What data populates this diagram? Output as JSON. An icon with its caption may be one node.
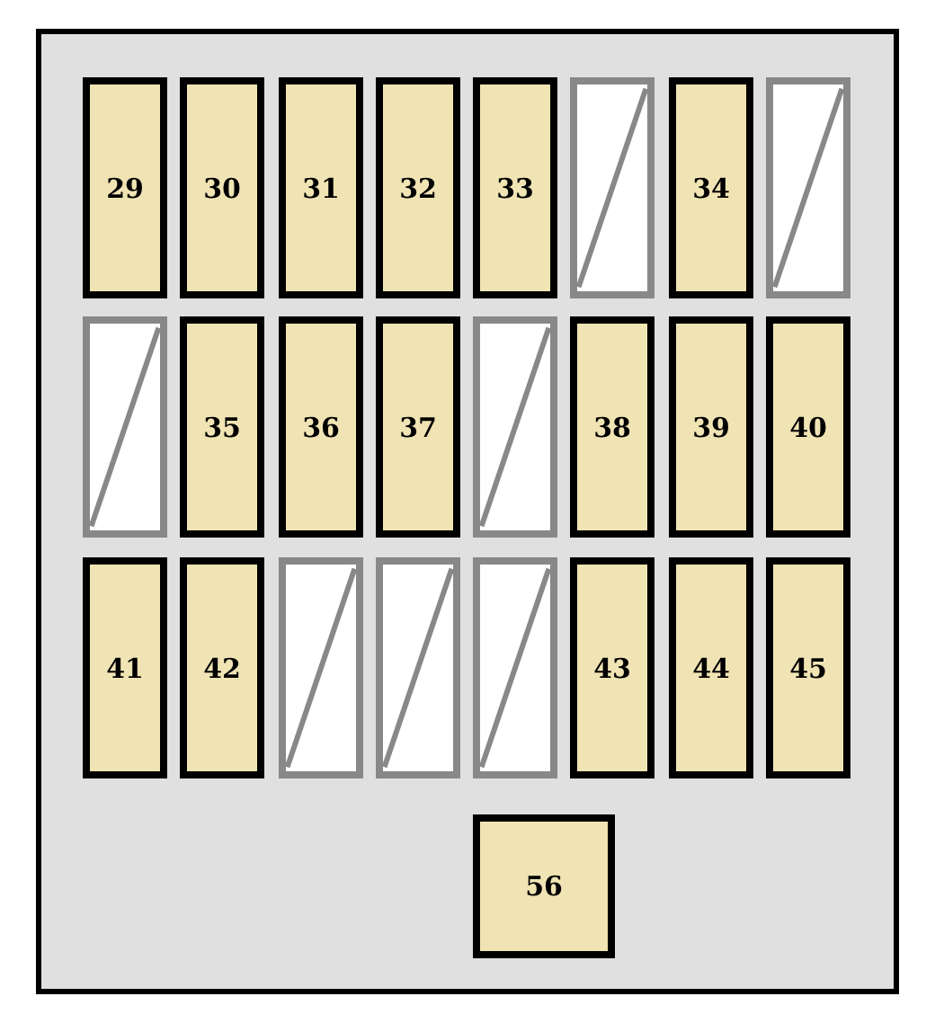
{
  "diagram": {
    "nodes": [
      {
        "text": [],
        "shape": "box"
      },
      {
        "text": [
          "29"
        ],
        "in": 0
      },
      {
        "text": [
          "30"
        ],
        "in": 0
      },
      {
        "text": [
          "31"
        ],
        "in": 0
      },
      {
        "text": [
          "32"
        ],
        "in": 0
      },
      {
        "text": [
          "33"
        ],
        "in": 0
      },
      {
        "text": [],
        "shape": "box",
        "in": 0
      },
      {
        "text": [
          "34"
        ],
        "in": 0
      },
      {
        "text": [],
        "shape": "box",
        "in": 0
      },
      {
        "text": [],
        "shape": "box",
        "in": 0
      },
      {
        "text": [
          "35"
        ],
        "in": 0
      },
      {
        "text": [
          "36"
        ],
        "in": 0
      },
      {
        "text": [
          "37"
        ],
        "in": 0
      },
      {
        "text": [],
        "shape": "box",
        "in": 0
      },
      {
        "text": [
          "38"
        ],
        "in": 0
      },
      {
        "text": [
          "39"
        ],
        "in": 0
      },
      {
        "text": [
          "40"
        ],
        "in": 0
      },
      {
        "text": [
          "41"
        ],
        "in": 0
      },
      {
        "text": [
          "42"
        ],
        "in": 0
      },
      {
        "text": [],
        "shape": "box",
        "in": 0
      },
      {
        "text": [],
        "shape": "box",
        "in": 0
      },
      {
        "text": [],
        "shape": "box",
        "in": 0
      },
      {
        "text": [
          "43"
        ],
        "in": 0
      },
      {
        "text": [
          "44"
        ],
        "in": 0
      },
      {
        "text": [
          "45"
        ],
        "in": 0
      },
      {
        "text": [
          "56"
        ],
        "in": 0
      }
    ]
  }
}
